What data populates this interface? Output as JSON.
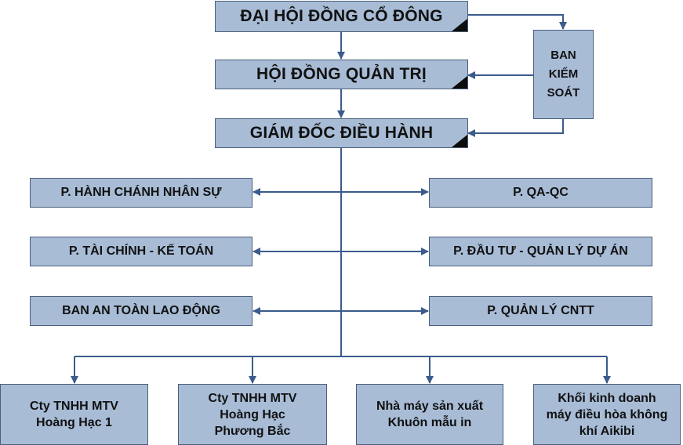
{
  "boxes": {
    "dhdcd": "ĐẠI HỘI ĐỒNG CỔ ĐÔNG",
    "hdqt": "HỘI ĐỒNG QUẢN TRỊ",
    "gddh": "GIÁM ĐỐC ĐIỀU HÀNH",
    "bks": "BAN\nKIỂM\nSOÁT",
    "hcns": "P. HÀNH CHÁNH NHÂN SỰ",
    "tckt": "P. TÀI CHÍNH - KẾ TOÁN",
    "atld": "BAN AN TOÀN LAO ĐỘNG",
    "qaqc": "P. QA-QC",
    "dtqlda": "P. ĐẦU TƯ - QUẢN LÝ DỰ ÁN",
    "qlcntt": "P. QUẢN LÝ CNTT",
    "hh1": "Cty TNHH MTV\nHoàng Hạc 1",
    "hhpb": "Cty TNHH MTV\nHoàng Hạc\nPhương Bắc",
    "nmsx": "Nhà máy sản xuất\nKhuôn mẫu in",
    "aikibi": "Khối kinh doanh\nmáy điều hòa không\nkhí Aikibi"
  },
  "colors": {
    "box_fill": "#a8bcd6",
    "box_border": "#4a5f7c",
    "connector": "#3b5b8c",
    "corner": "#0d0d0d"
  }
}
